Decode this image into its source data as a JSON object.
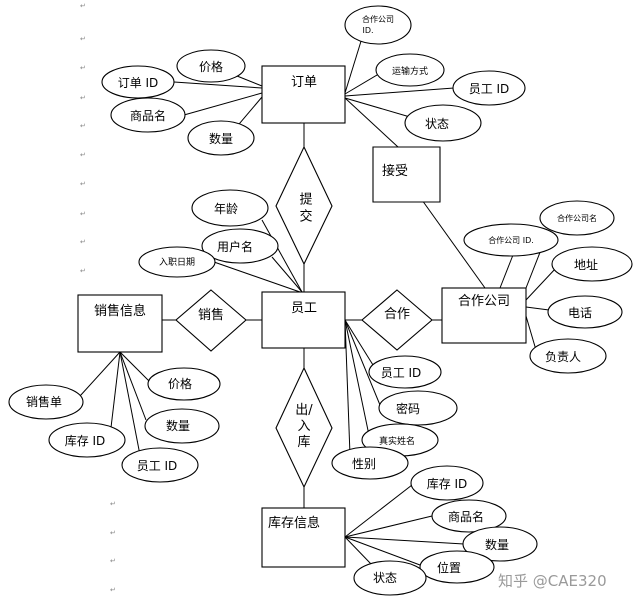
{
  "entities": {
    "order": "订单",
    "employee": "员工",
    "sales_info": "销售信息",
    "partner": "合作公司",
    "inventory": "库存信息"
  },
  "relations": {
    "submit": "提交",
    "accept": "接受",
    "sell": "销售",
    "cooperate": "合作",
    "in_out": [
      "出/",
      "入",
      "库"
    ]
  },
  "attributes": {
    "order": [
      "订单 ID",
      "价格",
      "商品名",
      "数量",
      "合作公司",
      "ID.",
      "运输方式",
      "员工 ID",
      "状态"
    ],
    "employee": [
      "年龄",
      "用户名",
      "入职日期",
      "员工 ID",
      "密码",
      "真实姓名",
      "性别"
    ],
    "partner": [
      "合作公司名",
      "合作公司 ID.",
      "地址",
      "电话",
      "负责人"
    ],
    "sales": [
      "销售单",
      "价格",
      "数量",
      "库存 ID",
      "员工 ID"
    ],
    "inventory": [
      "库存 ID",
      "商品名",
      "数量",
      "位置",
      "状态"
    ]
  },
  "paragraph_mark": "↵",
  "watermark": "知乎 @CAE320"
}
